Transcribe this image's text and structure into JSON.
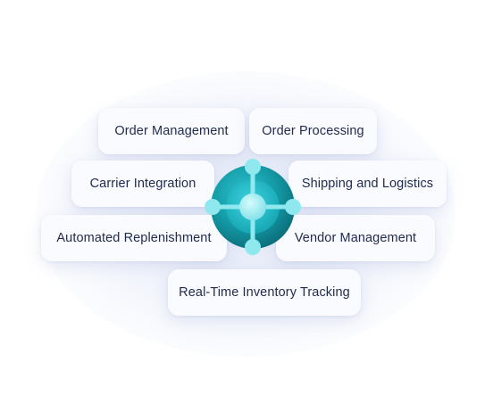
{
  "features": [
    {
      "key": "order-management",
      "label": "Order Management"
    },
    {
      "key": "order-processing",
      "label": "Order Processing"
    },
    {
      "key": "carrier-integration",
      "label": "Carrier Integration"
    },
    {
      "key": "shipping-and-logistics",
      "label": "Shipping and Logistics"
    },
    {
      "key": "automated-replenishment",
      "label": "Automated Replenishment"
    },
    {
      "key": "vendor-management",
      "label": "Vendor Management"
    },
    {
      "key": "real-time-inventory-tracking",
      "label": "Real-Time Inventory Tracking"
    }
  ],
  "logo": {
    "icon": "business-central-logo-icon",
    "colors": {
      "ring_outer": "#0f7a86",
      "ring_inner": "#1fb6c4",
      "node": "#7fe6ec",
      "core": "#a9f2f4"
    }
  }
}
